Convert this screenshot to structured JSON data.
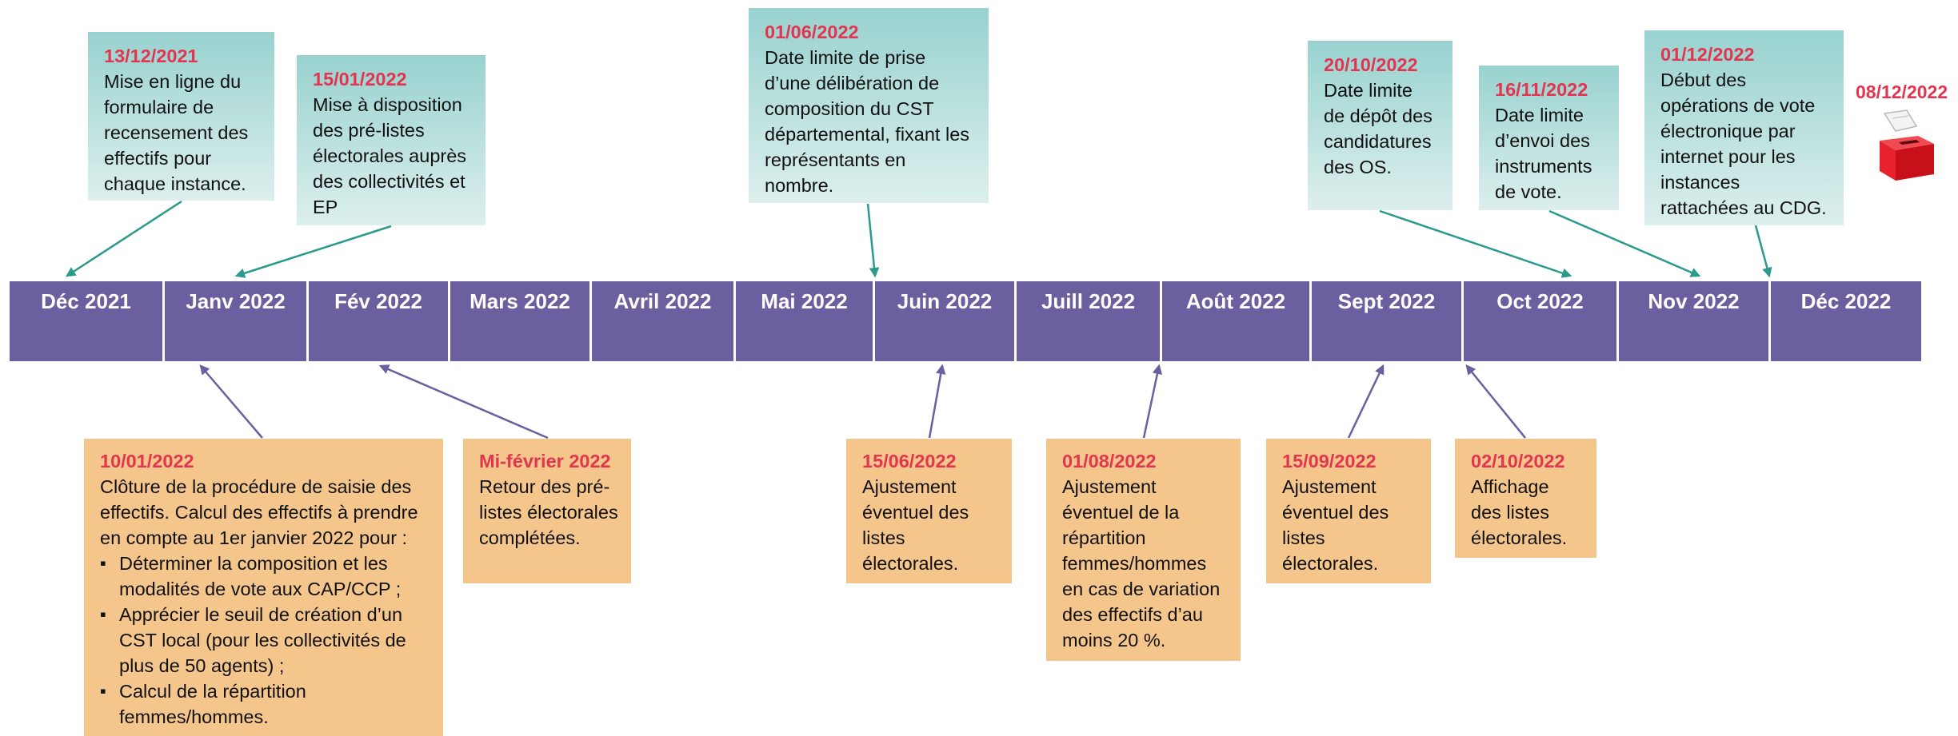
{
  "months": [
    "Déc 2021",
    "Janv 2022",
    "Fév 2022",
    "Mars 2022",
    "Avril 2022",
    "Mai 2022",
    "Juin 2022",
    "Juill 2022",
    "Août 2022",
    "Sept 2022",
    "Oct 2022",
    "Nov 2022",
    "Déc 2022"
  ],
  "top_notes": [
    {
      "date": "13/12/2021",
      "text": "Mise en ligne du formulaire de recensement des effectifs pour chaque instance."
    },
    {
      "date": "15/01/2022",
      "text": "Mise à disposition des pré-listes électorales auprès des collectivités et EP"
    },
    {
      "date": "01/06/2022",
      "text": "Date limite de prise d’une délibération de composition du CST départemental, fixant les représentants en nombre."
    },
    {
      "date": "20/10/2022",
      "text": "Date limite de dépôt des candidatures des OS."
    },
    {
      "date": "16/11/2022",
      "text": "Date limite d’envoi des instruments de vote."
    },
    {
      "date": "01/12/2022",
      "text": "Début des opérations de vote électronique par internet pour les instances rattachées au CDG."
    }
  ],
  "final_date": "08/12/2022",
  "bottom_notes": [
    {
      "date": "10/01/2022",
      "text": "Clôture de la procédure de saisie des effectifs. Calcul des effectifs à prendre en compte au 1er janvier 2022 pour :",
      "bullets": [
        "Déterminer la composition et les modalités de vote aux CAP/CCP ;",
        "Apprécier le seuil de création d’un CST local (pour les collectivités de plus de 50 agents) ;",
        "Calcul de la répartition femmes/hommes."
      ]
    },
    {
      "date": "Mi-février 2022",
      "text": "Retour des pré-listes électorales complétées."
    },
    {
      "date": "15/06/2022",
      "text": "Ajustement éventuel des listes électorales."
    },
    {
      "date": "01/08/2022",
      "text": "Ajustement éventuel de la répartition femmes/hommes en cas de variation des effectifs d’au moins 20 %."
    },
    {
      "date": "15/09/2022",
      "text": "Ajustement éventuel des listes électorales."
    },
    {
      "date": "02/10/2022",
      "text": "Affichage des listes électorales."
    }
  ],
  "colors": {
    "timeline": "#6b5fa0",
    "top_box": "#a9d9d5",
    "bottom_box": "#f4c68c",
    "date": "#e2354f",
    "top_arrow": "#2a9a8c",
    "bottom_arrow": "#6b5fa0",
    "ballot_box": "#e8232e"
  },
  "icons": [
    "ballot-box-icon"
  ]
}
